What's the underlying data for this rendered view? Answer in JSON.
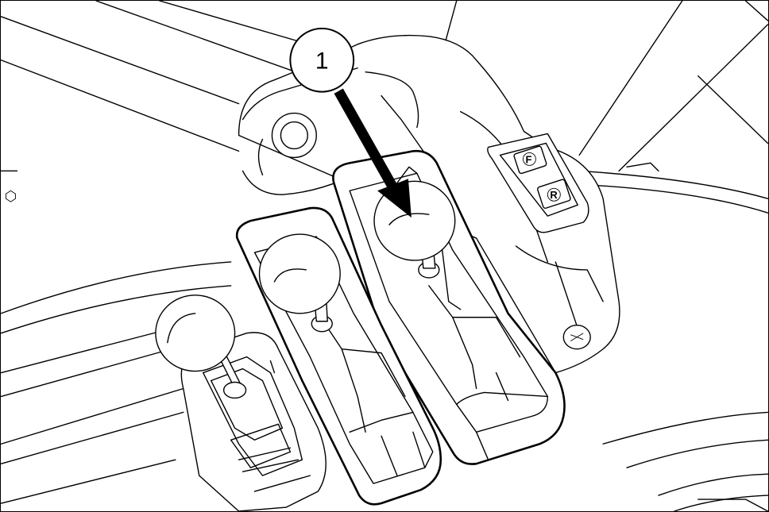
{
  "callout": {
    "label": "1"
  },
  "switch_panel": {
    "top_symbol": "F",
    "bottom_symbol": "R"
  }
}
